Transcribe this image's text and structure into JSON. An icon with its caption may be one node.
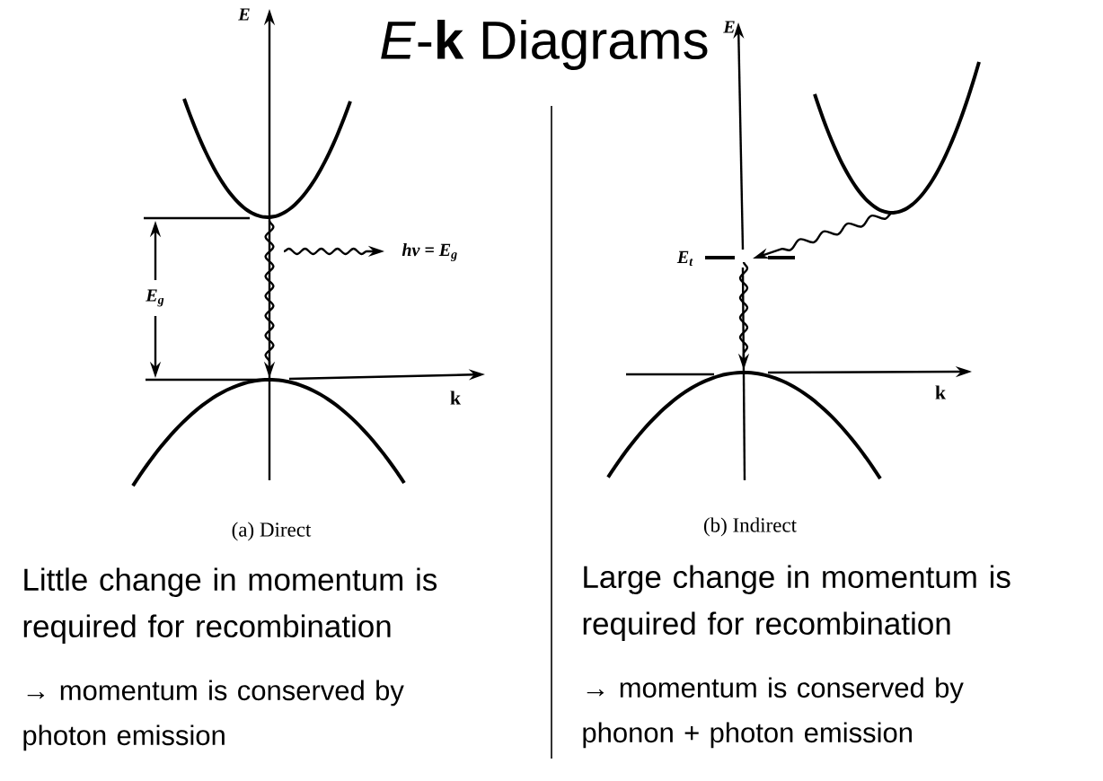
{
  "diagram": {
    "title": "*E*-**k** Diagrams",
    "labels": [
      "E",
      "E",
      "hν = E$_{g}$",
      "E$_{g}$",
      "E$_{t}$",
      "k",
      "k",
      "(a)  Direct",
      "(b)  Indirect",
      "Little change in momentum is required for recombination",
      "→ momentum is conserved by photon emission",
      "Large change in momentum is required for recombination",
      "→ momentum is conserved by phonon + photon emission"
    ]
  }
}
